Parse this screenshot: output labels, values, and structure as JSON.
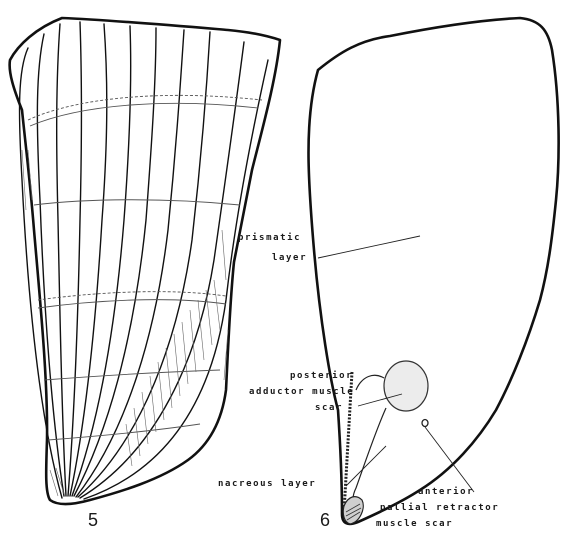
{
  "figure_numbers": {
    "left": "5",
    "right": "6"
  },
  "labels": {
    "prismatic_line1": "prismatic",
    "prismatic_line2": "layer",
    "posterior_line1": "posterior",
    "posterior_line2": "adductor muscle",
    "posterior_line3": "scar",
    "nacreous": "nacreous layer",
    "anterior_line1": "anterior",
    "anterior_line2": "pallial retractor",
    "anterior_line3": "muscle scar"
  }
}
